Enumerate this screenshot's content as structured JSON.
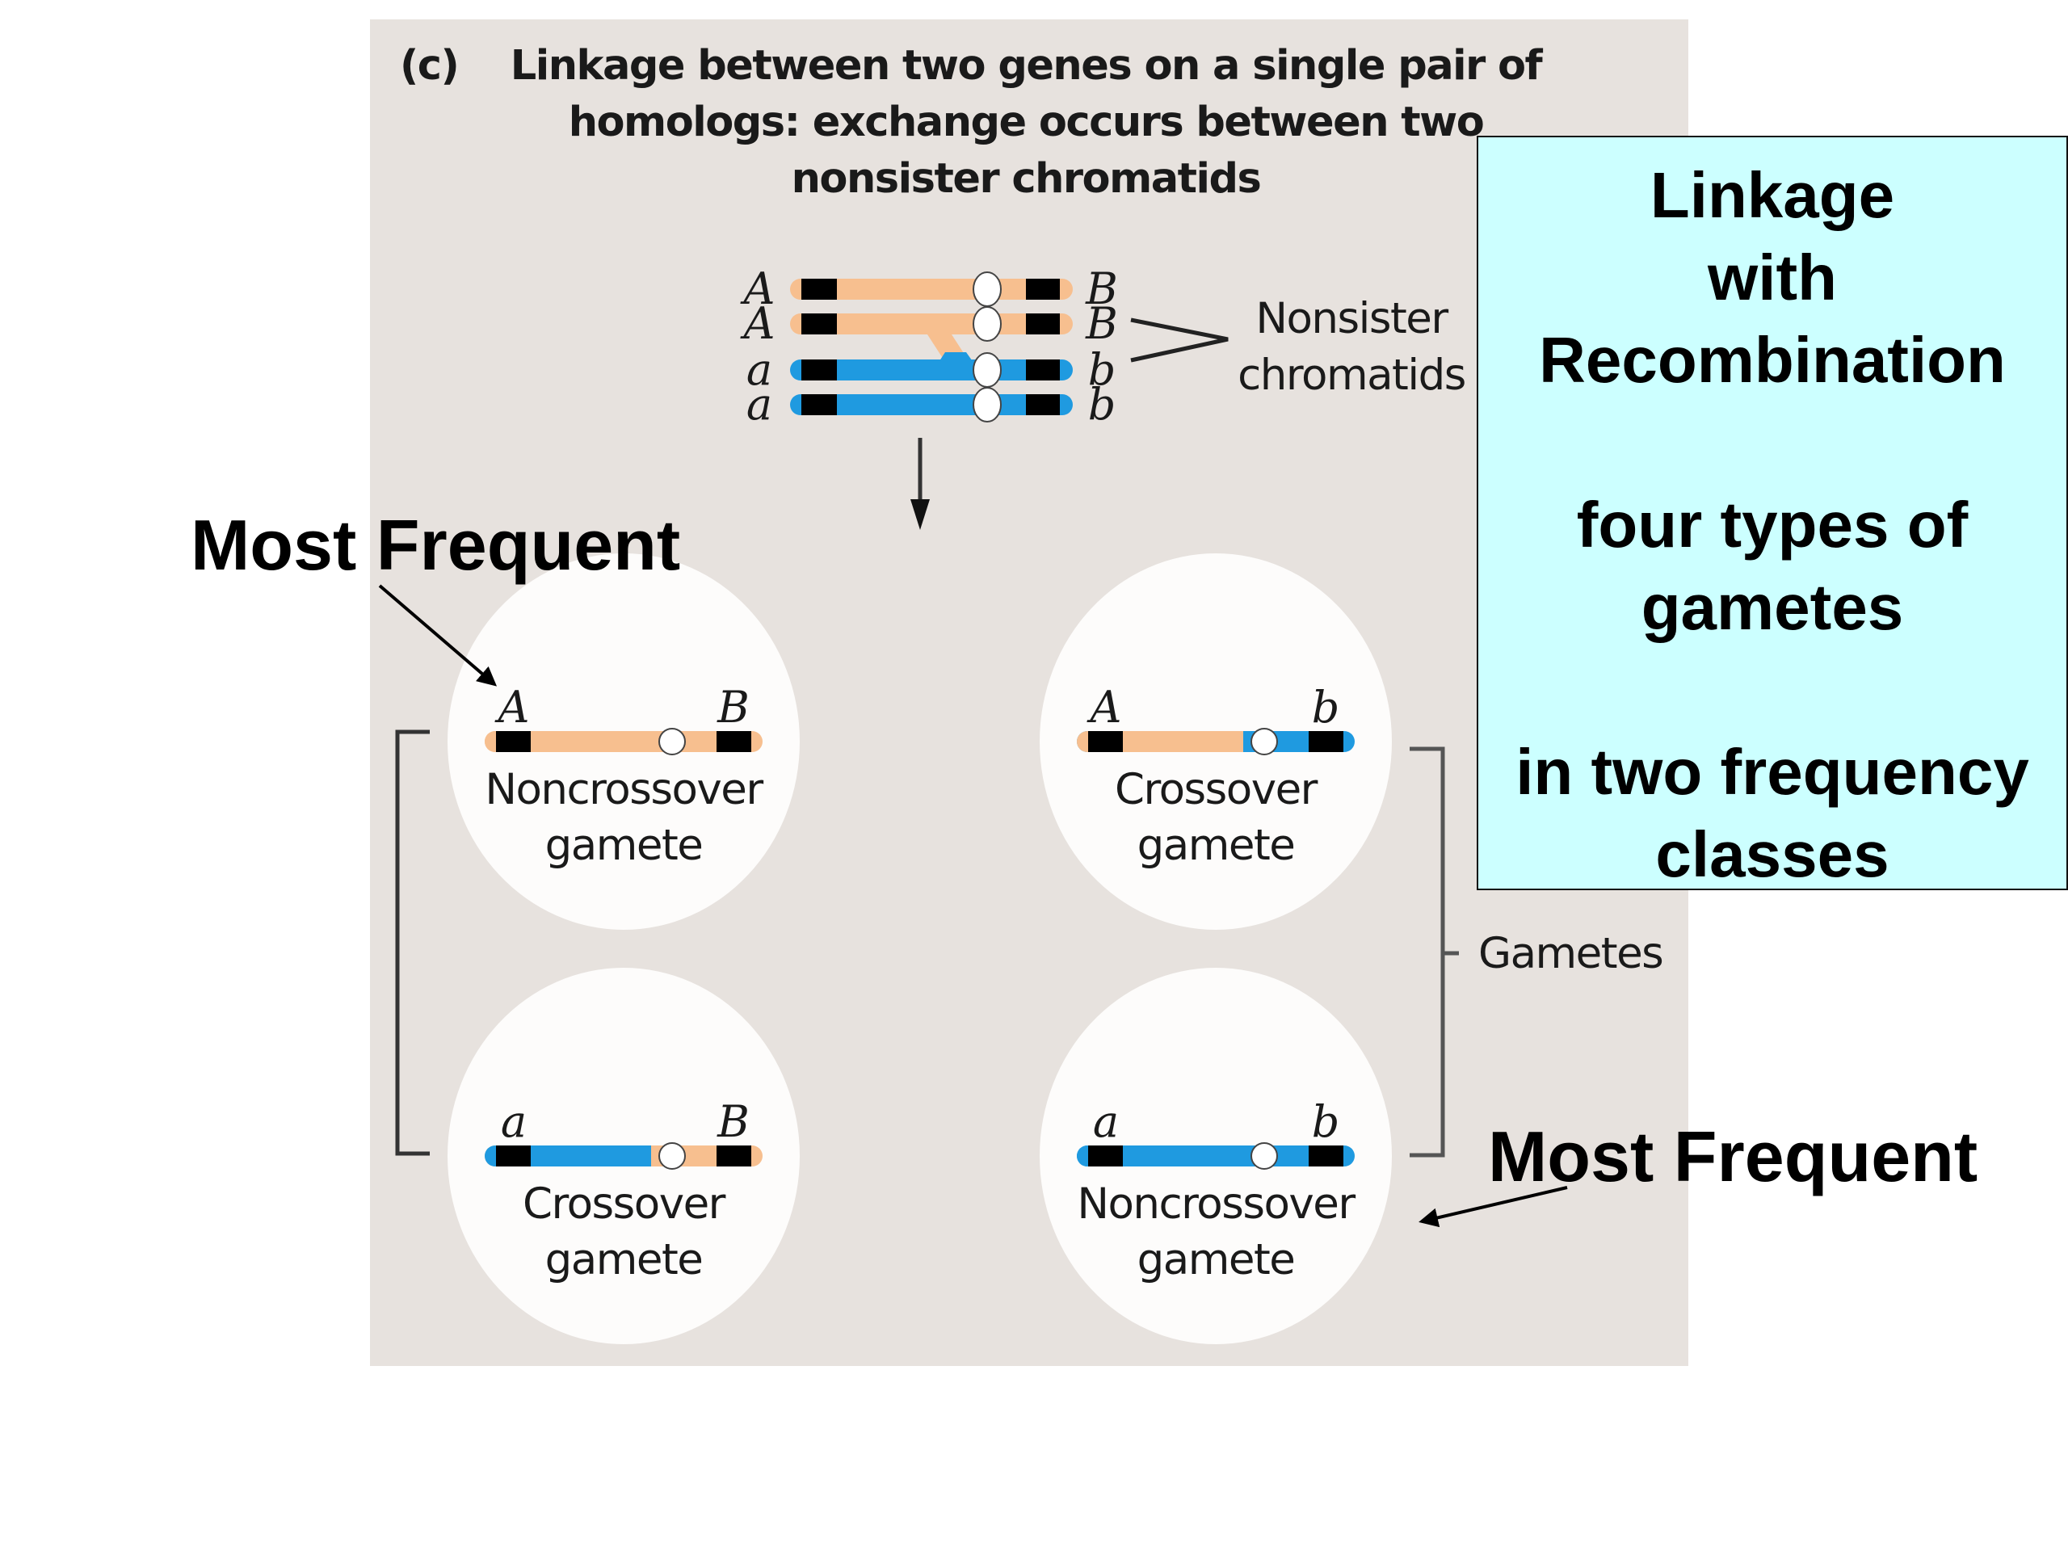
{
  "figure": {
    "panel_letter": "(c)",
    "title_lines": [
      "Linkage between two genes on a single pair of",
      "homologs: exchange occurs between two",
      "nonsister chromatids"
    ]
  },
  "tetrad": {
    "left_labels": [
      "A",
      "A",
      "a",
      "a"
    ],
    "right_labels": [
      "B",
      "B",
      "b",
      "b"
    ],
    "nonsister_label": [
      "Nonsister",
      "chromatids"
    ]
  },
  "gametes": {
    "group_label": "Gametes",
    "items": [
      {
        "position": "top-left",
        "left_allele": "A",
        "right_allele": "B",
        "caption": [
          "Noncrossover",
          "gamete"
        ],
        "type": "noncrossover",
        "segments": [
          "orange",
          "orange"
        ]
      },
      {
        "position": "top-right",
        "left_allele": "A",
        "right_allele": "b",
        "caption": [
          "Crossover",
          "gamete"
        ],
        "type": "crossover",
        "segments": [
          "orange",
          "blue"
        ]
      },
      {
        "position": "bottom-left",
        "left_allele": "a",
        "right_allele": "B",
        "caption": [
          "Crossover",
          "gamete"
        ],
        "type": "crossover",
        "segments": [
          "blue",
          "orange"
        ]
      },
      {
        "position": "bottom-right",
        "left_allele": "a",
        "right_allele": "b",
        "caption": [
          "Noncrossover",
          "gamete"
        ],
        "type": "noncrossover",
        "segments": [
          "blue",
          "blue"
        ]
      }
    ]
  },
  "annotations": {
    "most_frequent_left": "Most Frequent",
    "most_frequent_right": "Most Frequent"
  },
  "callout": {
    "lines": [
      "Linkage",
      "with",
      "Recombination",
      "",
      "four types of",
      "gametes",
      "",
      "in two frequency",
      "classes"
    ]
  },
  "colors": {
    "orange_chromatid": "#f7bf8f",
    "blue_chromatid": "#1f9ae0",
    "gene_block": "#000000",
    "panel_background": "#e7e2de",
    "callout_background": "#ccffff"
  }
}
